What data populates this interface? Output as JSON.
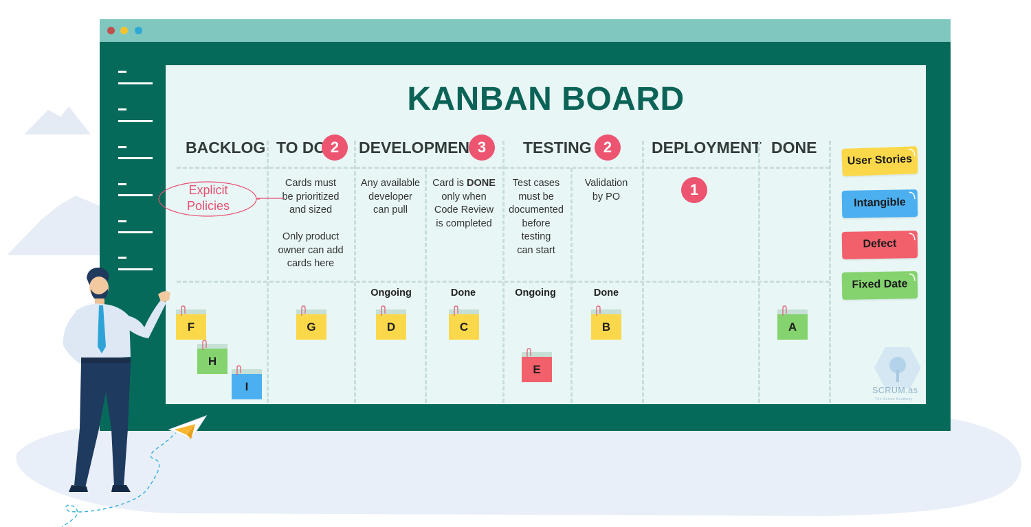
{
  "board": {
    "title": "KANBAN BOARD"
  },
  "columns": [
    {
      "label": "BACKLOG"
    },
    {
      "label": "TO DO",
      "wip": "2"
    },
    {
      "label": "DEVELOPMENT",
      "wip": "3"
    },
    {
      "label": "TESTING",
      "wip": "2"
    },
    {
      "label": "DEPLOYMENT",
      "wip": "1"
    },
    {
      "label": "DONE"
    }
  ],
  "annotation": {
    "explicit_policies": "Explicit\nPolicies"
  },
  "policies": {
    "todo": "Cards must\nbe prioritized\nand sized\n\nOnly product\nowner can add\ncards here",
    "dev_ongoing": "Any available\ndeveloper\ncan pull",
    "dev_done_prefix": "Card is ",
    "dev_done_bold": "DONE",
    "dev_done_rest": "\nonly when\nCode Review\nis completed",
    "test_ongoing": "Test cases\nmust be\ndocumented\nbefore\ntesting\ncan start",
    "test_done": "Validation\nby PO"
  },
  "subcolumns": {
    "dev_ongoing": "Ongoing",
    "dev_done": "Done",
    "test_ongoing": "Ongoing",
    "test_done": "Done"
  },
  "cards": {
    "F": "F",
    "H": "H",
    "I": "I",
    "G": "G",
    "D": "D",
    "C": "C",
    "E": "E",
    "B": "B",
    "A": "A"
  },
  "legend": [
    {
      "label": "User Stories",
      "color": "#fbd84a"
    },
    {
      "label": "Intangible",
      "color": "#4cb0f0"
    },
    {
      "label": "Defect",
      "color": "#f2606b"
    },
    {
      "label": "Fixed Date",
      "color": "#84d36e"
    }
  ],
  "colors": {
    "window": "#066a5b",
    "titlebar": "#80c8bf",
    "board_bg": "#e8f6f5",
    "title": "#0a6356",
    "badge": "#ec5470",
    "story_yellow": "#fbd84a",
    "intangible_blue": "#4cb0f0",
    "defect_red": "#f2606b",
    "fixed_green": "#84d36e"
  },
  "logo": {
    "name": "SCRUM.as",
    "tagline": "The Scrum Academy"
  }
}
